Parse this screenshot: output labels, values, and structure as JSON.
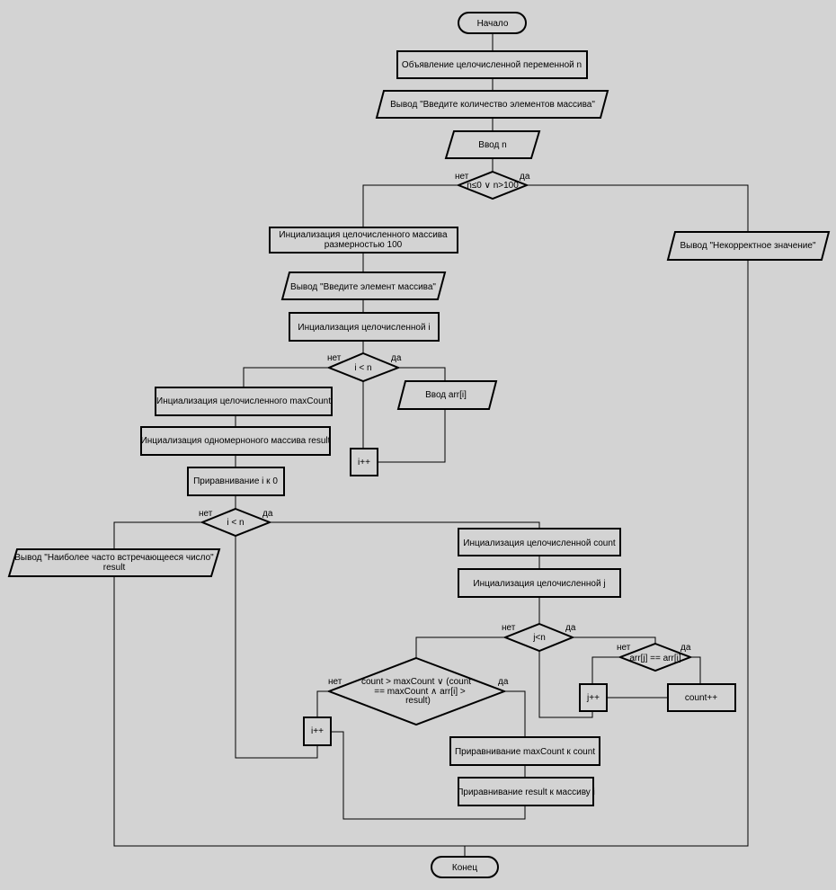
{
  "nodes": {
    "start": "Начало",
    "declare_n": "Объявление целочисленной переменной n",
    "output_prompt_count": "Вывод \"Введите количество элементов массива\"",
    "input_n": "Ввод n",
    "check_n": "n≤0 ∨ n>100",
    "init_array_1": "Инциализация целочисленного массива",
    "init_array_2": "размерностью 100",
    "output_incorrect": "Вывод \"Некорректное значение\"",
    "output_prompt_element": "Вывод \"Введите элемент массива\"",
    "init_i": "Инциализация целочисленной i",
    "cond_i_n_1": "i < n",
    "input_arr": "Ввод  arr[i]",
    "inc_i_1": "i++",
    "init_maxcount": "Инциализация целочисленного maxCount",
    "init_result": "Инциализация одномерноного массива result",
    "assign_i_zero": "Приравнивание i к 0",
    "cond_i_n_2": "i < n",
    "output_result_1": "Вывод \"Наиболее часто встречающееся число\"",
    "output_result_2": "result",
    "init_count": "Инциализация целочисленной count",
    "init_j": "Инциализация целочисленной j",
    "cond_j_n": "j<n",
    "cond_arr_eq": "arr[j] == arr[i]",
    "inc_j": "j++",
    "inc_count": "count++",
    "cond_count_1": "count > maxCount ∨ (count",
    "cond_count_2": "== maxCount ∧ arr[i] >",
    "cond_count_3": "result)",
    "inc_i_2": "i++",
    "assign_maxcount": "Приравнивание maxCount  к count",
    "assign_result": "Приравнивание result  к массиву i",
    "end": "Конец"
  },
  "labels": {
    "no": "нет",
    "yes": "да"
  }
}
